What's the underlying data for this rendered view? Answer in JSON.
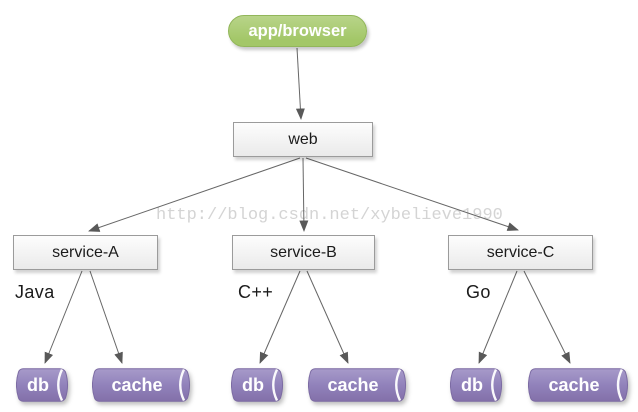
{
  "diagram": {
    "watermark": "http://blog.csdn.net/xybelieve1990",
    "nodes": {
      "app": {
        "label": "app/browser",
        "type": "terminator"
      },
      "web": {
        "label": "web",
        "type": "process"
      },
      "service_a": {
        "label": "service-A",
        "type": "process",
        "tech": "Java"
      },
      "service_b": {
        "label": "service-B",
        "type": "process",
        "tech": "C++"
      },
      "service_c": {
        "label": "service-C",
        "type": "process",
        "tech": "Go"
      },
      "db_a": {
        "label": "db",
        "type": "storage"
      },
      "cache_a": {
        "label": "cache",
        "type": "storage"
      },
      "db_b": {
        "label": "db",
        "type": "storage"
      },
      "cache_b": {
        "label": "cache",
        "type": "storage"
      },
      "db_c": {
        "label": "db",
        "type": "storage"
      },
      "cache_c": {
        "label": "cache",
        "type": "storage"
      }
    },
    "edges": [
      {
        "from": "app",
        "to": "web"
      },
      {
        "from": "web",
        "to": "service_a"
      },
      {
        "from": "web",
        "to": "service_b"
      },
      {
        "from": "web",
        "to": "service_c"
      },
      {
        "from": "service_a",
        "to": "db_a"
      },
      {
        "from": "service_a",
        "to": "cache_a"
      },
      {
        "from": "service_b",
        "to": "db_b"
      },
      {
        "from": "service_b",
        "to": "cache_b"
      },
      {
        "from": "service_c",
        "to": "db_c"
      },
      {
        "from": "service_c",
        "to": "cache_c"
      }
    ],
    "colors": {
      "green_light": "#b8d489",
      "green": "#a3c768",
      "green_border": "#92b65a",
      "box_light": "#fdfdfd",
      "box_gray": "#eaeaea",
      "box_border": "#9b9b9b",
      "purple_light": "#a79ac9",
      "purple": "#9182bb",
      "purple_dark": "#8370a9",
      "purple_border": "#7c6ba3",
      "arrow": "#666666",
      "watermark": "#d4d4d4",
      "label_text": "#1b1b1b"
    }
  }
}
